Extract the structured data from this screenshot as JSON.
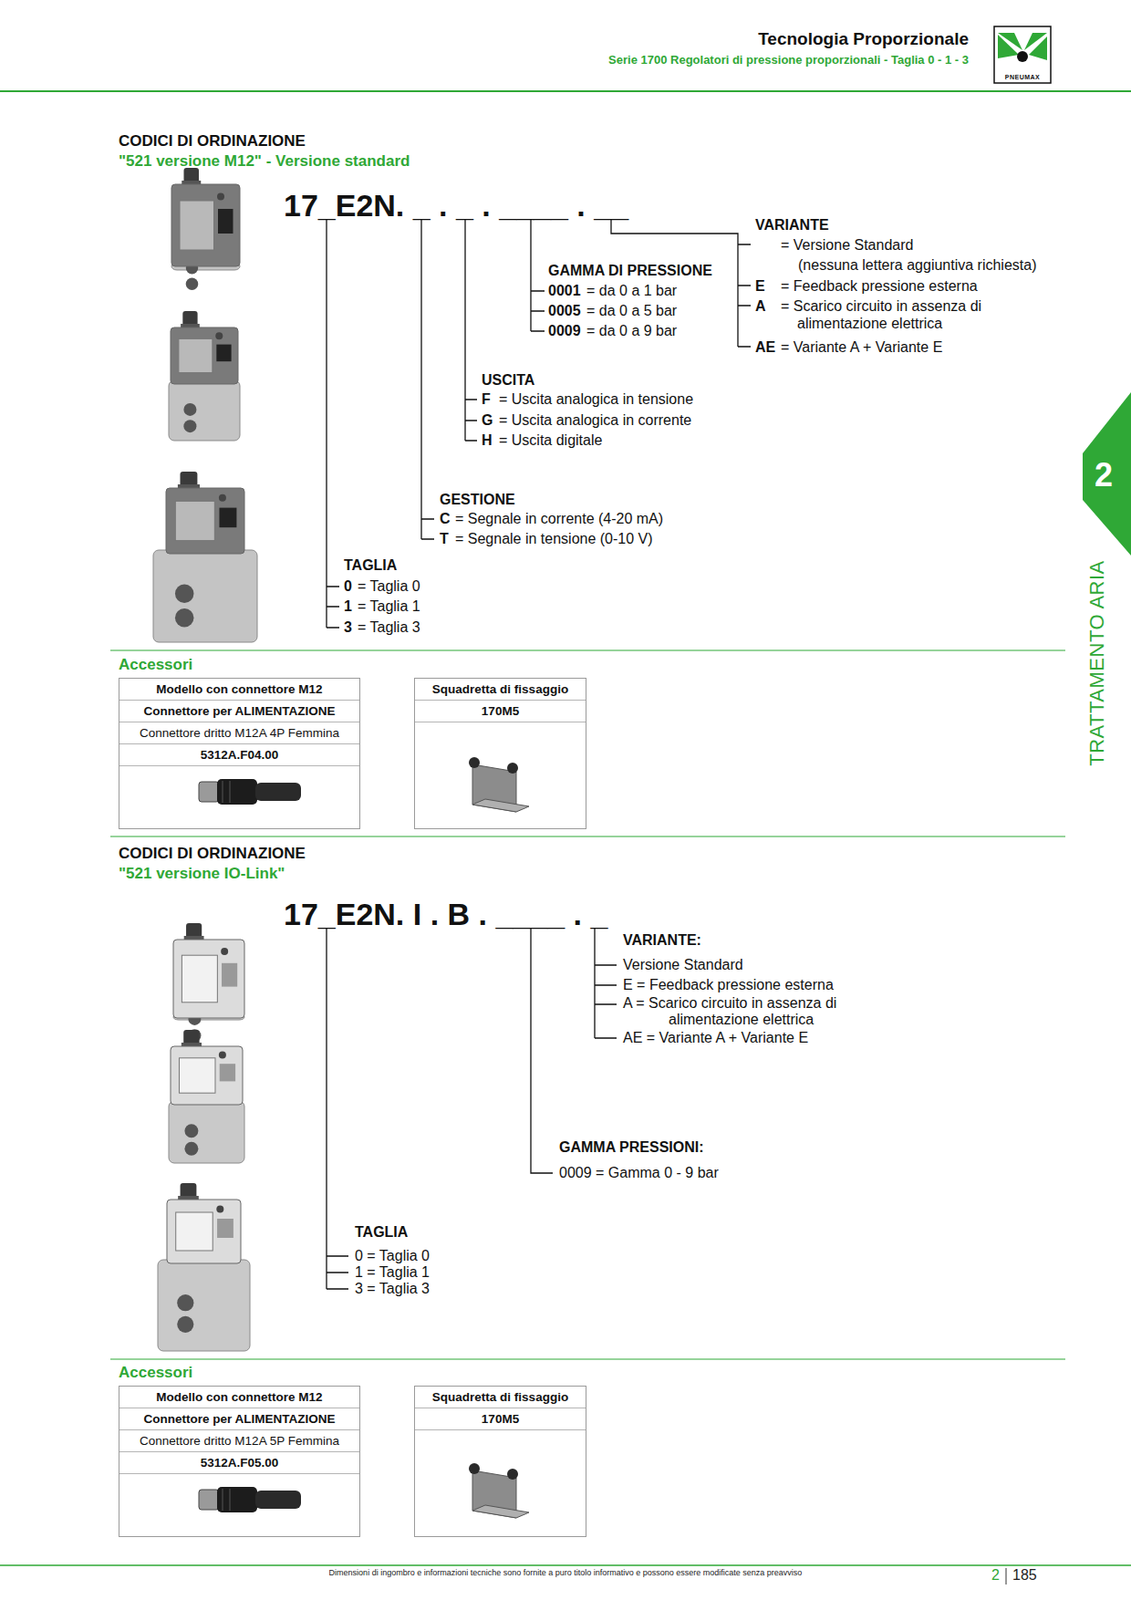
{
  "diagram": {
    "title": "Tecnologia Proporzionale",
    "nodes": [
      {
        "text": [
          "Modello con connettore M12",
          "Connettore per ALIMENTAZIONE",
          "Connettore dritto M12A 4P Femmina",
          "5312A.F04.00"
        ]
      },
      {
        "text": [
          "Squadretta di fissaggio",
          "170M5"
        ]
      },
      {
        "text": [
          "Modello con connettore M12",
          "Connettore per ALIMENTAZIONE",
          "Connettore dritto M12A 5P Femmina",
          "5312A.F05.00"
        ]
      },
      {
        "text": [
          "Squadretta di fissaggio",
          "170M5"
        ]
      }
    ],
    "labels": [
      "Serie 1700 Regolatori di pressione proporzionali - Taglia 0 - 1 - 3",
      "PNEUMAX",
      "CODICI DI ORDINAZIONE",
      "\"521 versione M12\" - Versione standard",
      "17_E2N. _ . _ . ____ . __",
      "VARIANTE",
      "= Versione Standard",
      "(nessuna lettera aggiuntiva richiesta)",
      "E",
      "= Feedback pressione esterna",
      "A",
      "= Scarico circuito in assenza di alimentazione elettrica",
      "AE",
      "= Variante A + Variante E",
      "GAMMA DI PRESSIONE",
      "0001",
      "= da 0 a 1 bar",
      "0005",
      "= da 0 a 5 bar",
      "0009",
      "= da 0 a 9 bar",
      "USCITA",
      "F",
      "= Uscita analogica in tensione",
      "G",
      "= Uscita analogica in corrente",
      "H",
      "= Uscita digitale",
      "GESTIONE",
      "C",
      "= Segnale in corrente (4-20 mA)",
      "T",
      "= Segnale in tensione (0-10 V)",
      "TAGLIA",
      "0",
      "= Taglia 0",
      "1",
      "= Taglia 1",
      "3",
      "= Taglia 3",
      "Accessori",
      "CODICI DI ORDINAZIONE",
      "\"521 versione IO-Link\"",
      "17_E2N. I . B . ____ . _",
      "VARIANTE:",
      "Versione Standard",
      "E = Feedback pressione esterna",
      "A = Scarico circuito in assenza di alimentazione elettrica",
      "AE = Variante A + Variante E",
      "GAMMA PRESSIONI:",
      "0009 = Gamma 0 - 9 bar",
      "TAGLIA",
      "0 = Taglia 0",
      "1 = Taglia 1",
      "3 = Taglia 3",
      "Accessori",
      "2",
      "TRATTAMENTO ARIA",
      "Dimensioni di ingombro e informazioni tecniche sono fornite a puro titolo informativo e possono essere modificate senza preavviso",
      "2",
      "185"
    ]
  }
}
